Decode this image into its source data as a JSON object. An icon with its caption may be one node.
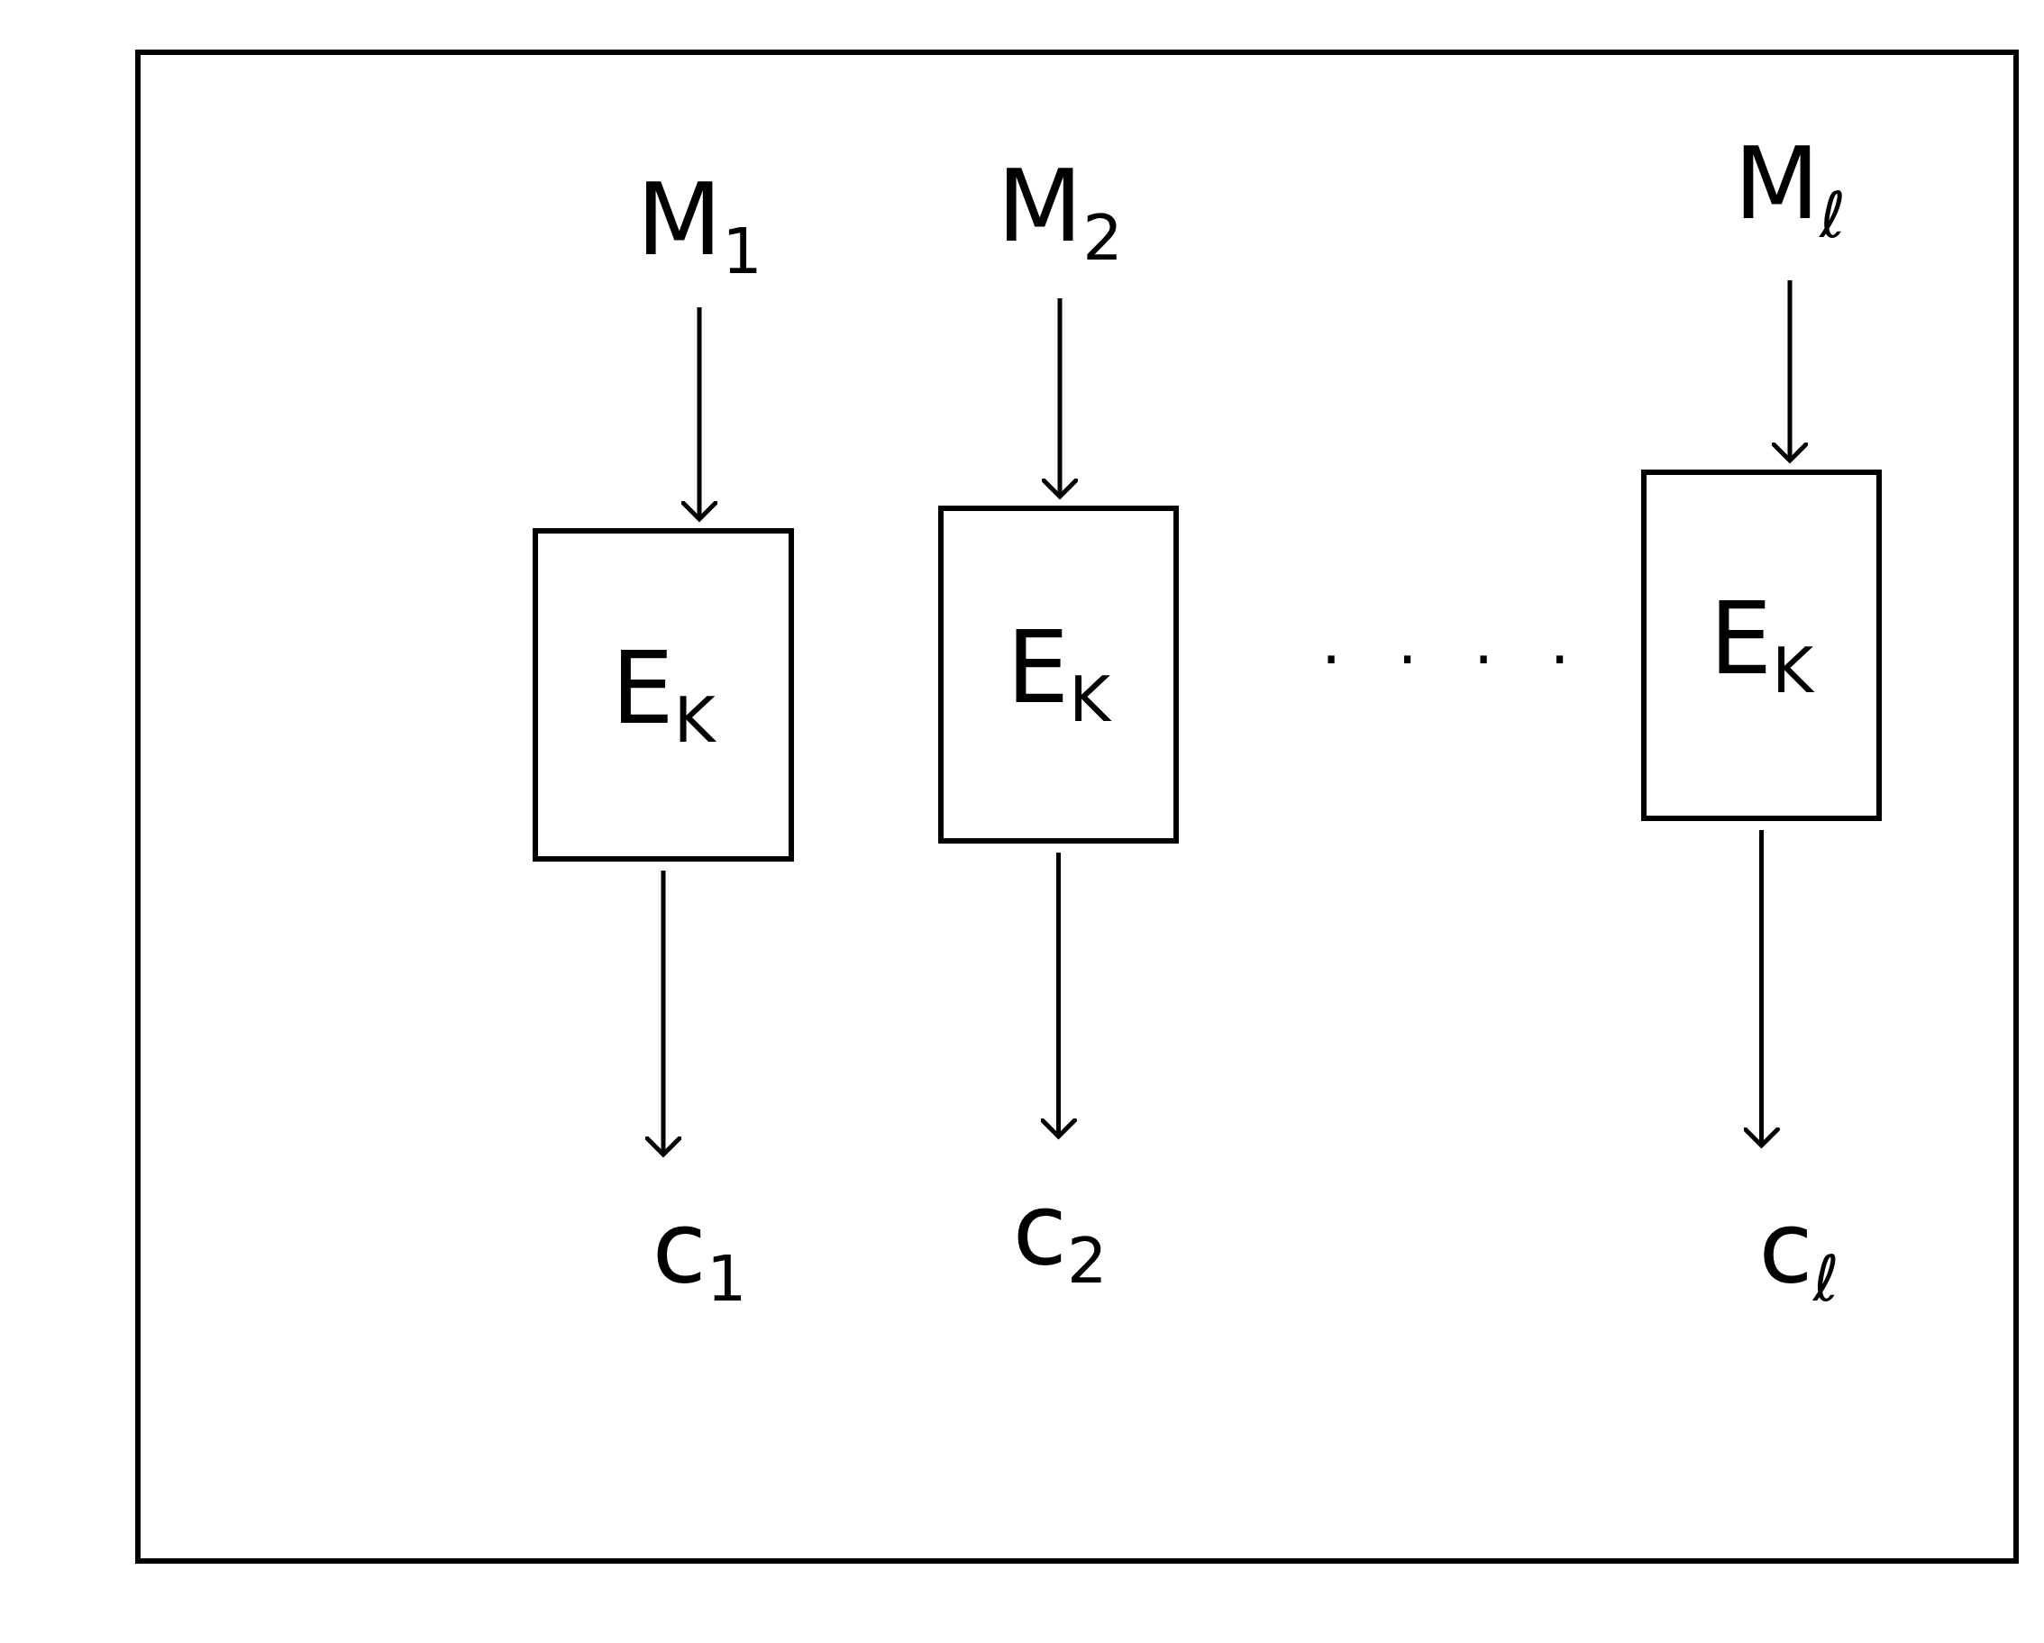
{
  "diagram": {
    "nodes": [
      {
        "text": [],
        "shape": "box"
      },
      {
        "text": [
          "M$_{1}$"
        ],
        "in": 0
      },
      {
        "text": [
          "E$_{K}$"
        ],
        "in": 0
      },
      {
        "text": [
          "c$_{1}$"
        ],
        "in": 0
      },
      {
        "text": [
          "M$_{2}$"
        ],
        "in": 0
      },
      {
        "text": [
          "E$_{K}$"
        ],
        "in": 0
      },
      {
        "text": [
          "c$_{2}$"
        ],
        "in": 0
      },
      {
        "text": [
          "M$_{ℓ}$"
        ],
        "in": 0
      },
      {
        "text": [
          "E$_{K}$"
        ],
        "in": 0
      },
      {
        "text": [
          "c$_{ℓ}$"
        ],
        "in": 0
      }
    ],
    "edges": [
      {
        "from": 1,
        "to": 2,
        "arrow": "to"
      },
      {
        "from": 2,
        "to": 3,
        "arrow": "to"
      },
      {
        "from": 4,
        "to": 5,
        "arrow": "to"
      },
      {
        "from": 5,
        "to": 6,
        "arrow": "to"
      },
      {
        "from": 7,
        "to": 8,
        "arrow": "to"
      },
      {
        "from": 8,
        "to": 9,
        "arrow": "to"
      }
    ],
    "labels": [
      "· · · ·"
    ]
  }
}
